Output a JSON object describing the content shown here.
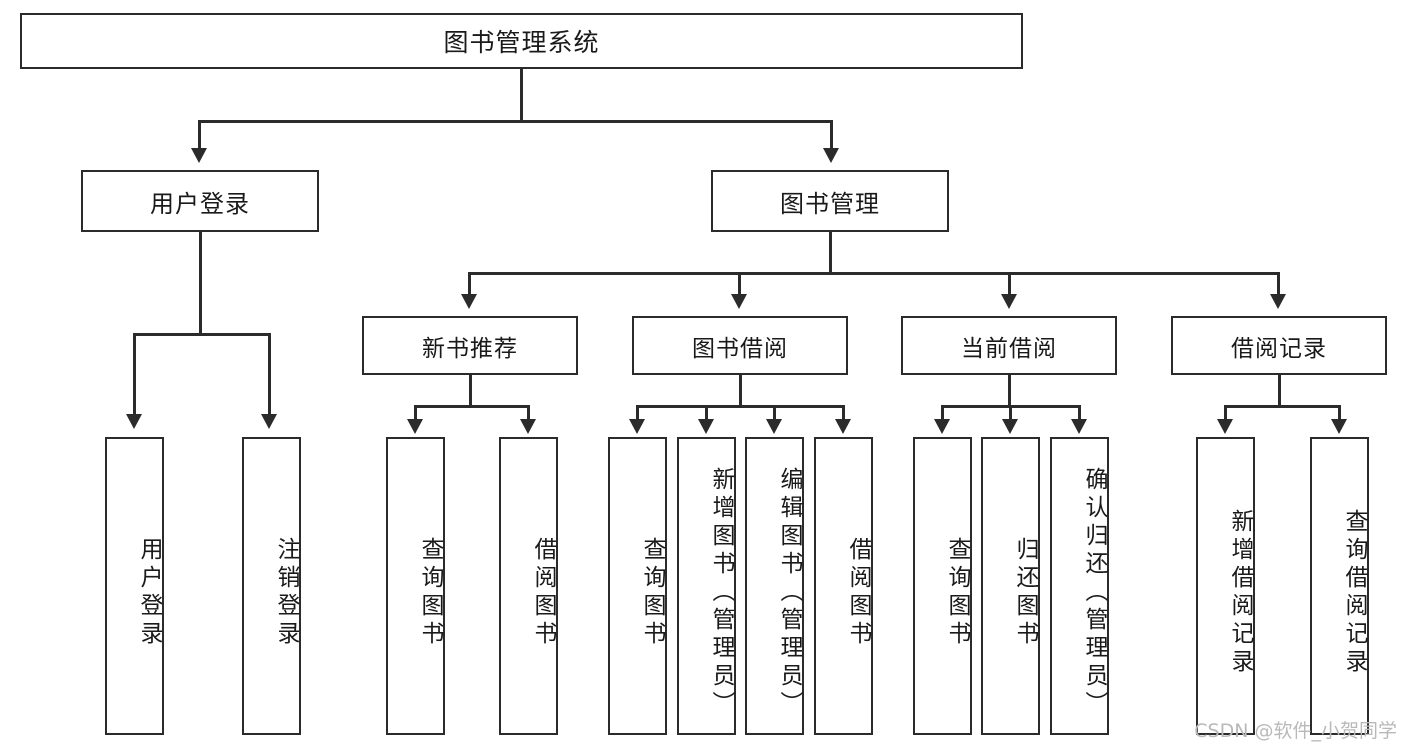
{
  "diagram": {
    "title": "图书管理系统",
    "type": "hierarchy-tree",
    "watermark": "CSDN @软件_小贺同学",
    "colors": {
      "stroke": "#2b2b2b",
      "fill": "#ffffff",
      "text": "#1a1a1a",
      "watermark": "#b9b9b9"
    },
    "nodes": {
      "root": {
        "label": "图书管理系统",
        "level": 1
      },
      "l2": [
        {
          "id": "user-login",
          "label": "用户登录",
          "level": 2
        },
        {
          "id": "book-manage",
          "label": "图书管理",
          "level": 2
        }
      ],
      "l3": [
        {
          "id": "new-book-rec",
          "label": "新书推荐",
          "level": 3,
          "parent": "book-manage"
        },
        {
          "id": "book-borrow",
          "label": "图书借阅",
          "level": 3,
          "parent": "book-manage"
        },
        {
          "id": "current-borrow",
          "label": "当前借阅",
          "level": 3,
          "parent": "book-manage"
        },
        {
          "id": "borrow-record",
          "label": "借阅记录",
          "level": 3,
          "parent": "book-manage"
        }
      ],
      "leaves": [
        {
          "id": "leaf-user-login",
          "label": "用户登录",
          "parent": "user-login"
        },
        {
          "id": "leaf-user-logout",
          "label": "注销登录",
          "parent": "user-login"
        },
        {
          "id": "leaf-query-book-1",
          "label": "查询图书",
          "parent": "new-book-rec"
        },
        {
          "id": "leaf-borrow-book-1",
          "label": "借阅图书",
          "parent": "new-book-rec"
        },
        {
          "id": "leaf-query-book-2",
          "label": "查询图书",
          "parent": "book-borrow"
        },
        {
          "id": "leaf-add-book",
          "label": "新增图书（管理员）",
          "parent": "book-borrow"
        },
        {
          "id": "leaf-edit-book",
          "label": "编辑图书（管理员）",
          "parent": "book-borrow"
        },
        {
          "id": "leaf-borrow-book-2",
          "label": "借阅图书",
          "parent": "book-borrow"
        },
        {
          "id": "leaf-query-book-3",
          "label": "查询图书",
          "parent": "current-borrow"
        },
        {
          "id": "leaf-return-book",
          "label": "归还图书",
          "parent": "current-borrow"
        },
        {
          "id": "leaf-confirm-return",
          "label": "确认归还（管理员）",
          "parent": "current-borrow"
        },
        {
          "id": "leaf-add-record",
          "label": "新增借阅记录",
          "parent": "borrow-record"
        },
        {
          "id": "leaf-query-record",
          "label": "查询借阅记录",
          "parent": "borrow-record"
        }
      ]
    }
  }
}
